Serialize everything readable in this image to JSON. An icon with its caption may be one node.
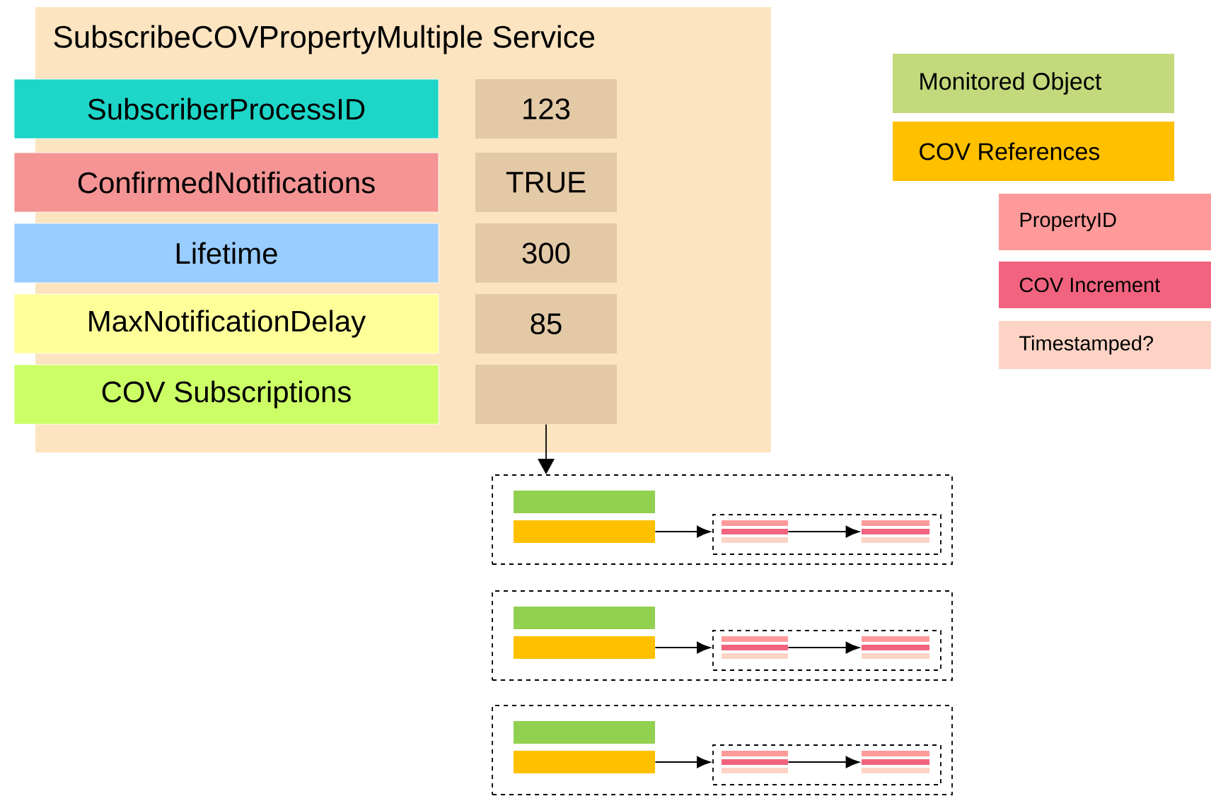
{
  "diagram": {
    "nodes": [
      {
        "text": [
          "SubscribeCOVPropertyMultiple Service"
        ]
      },
      {
        "text": [
          "SubscriberProcessID"
        ],
        "in": 0
      },
      {
        "text": [
          "ConfirmedNotifications"
        ],
        "in": 0
      },
      {
        "text": [
          "Lifetime"
        ],
        "in": 0
      },
      {
        "text": [
          "MaxNotificationDelay"
        ],
        "in": 0
      },
      {
        "text": [
          "COV Subscriptions"
        ],
        "in": 0
      },
      {
        "text": [
          "123"
        ],
        "in": 0
      },
      {
        "text": [
          "TRUE"
        ],
        "in": 0
      },
      {
        "text": [
          "300"
        ],
        "in": 0
      },
      {
        "text": [
          "85"
        ],
        "in": 0
      },
      {
        "text": [],
        "shape": "box",
        "in": 0
      },
      {
        "text": [],
        "shape": "box"
      },
      {
        "text": [],
        "shape": "bar",
        "in": 11
      },
      {
        "text": [],
        "shape": "bar",
        "in": 11
      },
      {
        "text": [],
        "shape": "box",
        "in": 11
      },
      {
        "text": [],
        "shape": "bar",
        "in": 14
      },
      {
        "text": [],
        "shape": "bar",
        "in": 14
      },
      {
        "text": [],
        "shape": "box"
      },
      {
        "text": [],
        "shape": "bar",
        "in": 17
      },
      {
        "text": [],
        "shape": "bar",
        "in": 17
      },
      {
        "text": [],
        "shape": "box",
        "in": 17
      },
      {
        "text": [],
        "shape": "bar",
        "in": 20
      },
      {
        "text": [],
        "shape": "bar",
        "in": 20
      },
      {
        "text": [],
        "shape": "box"
      },
      {
        "text": [],
        "shape": "bar",
        "in": 23
      },
      {
        "text": [],
        "shape": "bar",
        "in": 23
      },
      {
        "text": [],
        "shape": "box",
        "in": 23
      },
      {
        "text": [],
        "shape": "bar",
        "in": 26
      },
      {
        "text": [],
        "shape": "bar",
        "in": 26
      }
    ],
    "edges": [
      {
        "from": 10,
        "to": 11,
        "arrow": "to"
      },
      {
        "from": 13,
        "to": 14,
        "arrow": "to"
      },
      {
        "from": 15,
        "to": 16,
        "arrow": "to"
      },
      {
        "from": 19,
        "to": 20,
        "arrow": "to"
      },
      {
        "from": 21,
        "to": 22,
        "arrow": "to"
      },
      {
        "from": 25,
        "to": 26,
        "arrow": "to"
      },
      {
        "from": 27,
        "to": 28,
        "arrow": "to"
      }
    ],
    "legend": [
      {
        "text": "Monitored  Object",
        "color": "#c3d97b"
      },
      {
        "text": "COV References",
        "color": "#ffc000"
      },
      {
        "text": "PropertyID",
        "color": "#ff9a9a"
      },
      {
        "text": "COV Increment",
        "color": "#f2637f"
      },
      {
        "text": "Timestamped?",
        "color": "#fcd3c4"
      }
    ]
  }
}
